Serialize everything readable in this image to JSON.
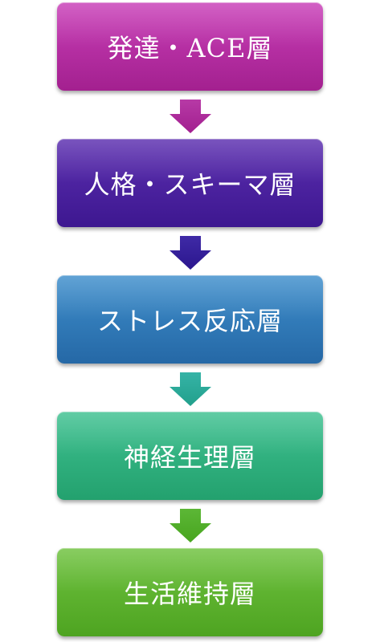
{
  "flow": {
    "layers": [
      {
        "label": "発達・ACE層",
        "color": "#b22a9f"
      },
      {
        "label": "人格・スキーマ層",
        "color": "#4b20a0"
      },
      {
        "label": "ストレス反応層",
        "color": "#2f7bb9"
      },
      {
        "label": "神経生理層",
        "color": "#2fb080"
      },
      {
        "label": "生活維持層",
        "color": "#5db32f"
      }
    ],
    "arrows": [
      {
        "color": "#b02a9c"
      },
      {
        "color": "#3a1f99"
      },
      {
        "color": "#2aa89a"
      },
      {
        "color": "#55ad2a"
      }
    ]
  }
}
